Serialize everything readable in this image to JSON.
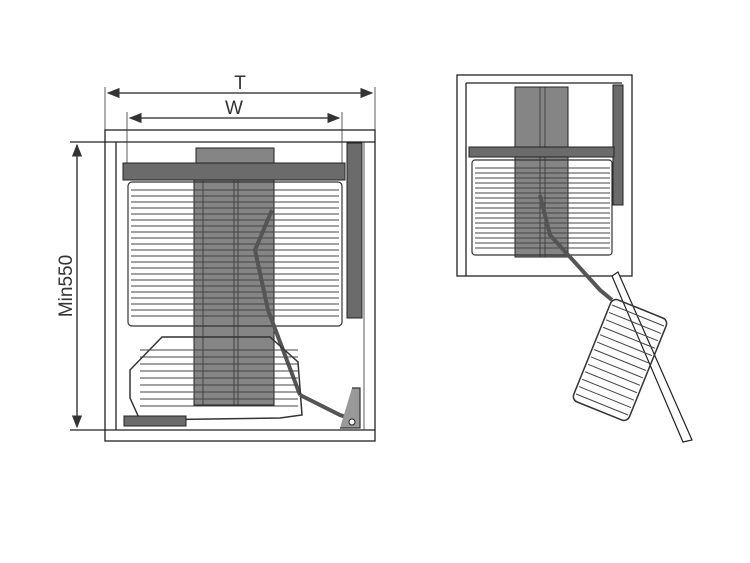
{
  "dimensions": {
    "total_width_label": "T",
    "inner_width_label": "W",
    "min_height_label": "Min550"
  },
  "colors": {
    "line": "#222222",
    "metal_dark": "#6b6b6b",
    "metal_mid": "#858585"
  }
}
